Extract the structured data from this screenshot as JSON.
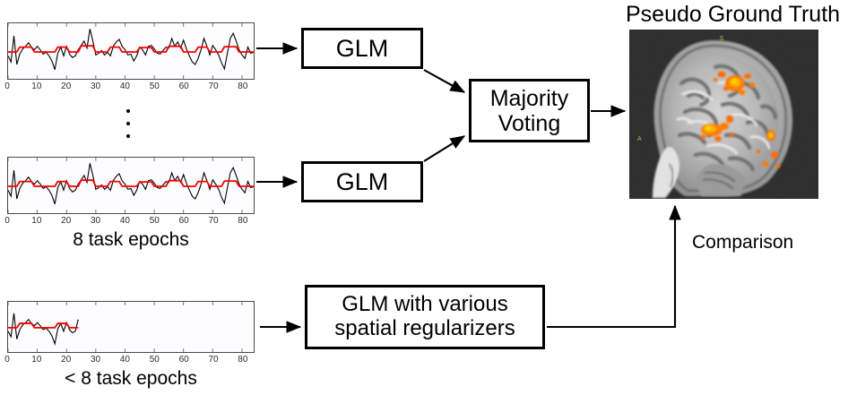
{
  "figure": {
    "title": "Pseudo Ground Truth",
    "comparison_label": "Comparison"
  },
  "plots": {
    "axis_ticks": [
      "0",
      "10",
      "20",
      "30",
      "40",
      "50",
      "60",
      "70",
      "80"
    ],
    "axis_tick_values": [
      0,
      10,
      20,
      30,
      40,
      50,
      60,
      70,
      80
    ],
    "x_range": [
      0,
      84
    ],
    "full_caption": "8 task epochs",
    "partial_caption": "< 8 task epochs",
    "signal_color": "#000000",
    "model_color": "#ff0000",
    "panel_bg": "#fdfdff",
    "panel_border": "#4a4a4a"
  },
  "boxes": {
    "glm_top": "GLM",
    "glm_bottom": "GLM",
    "majority_voting": "Majority\nVoting",
    "regularizers": "GLM with various\nspatial regularizers"
  },
  "ellipsis": {
    "dot_count": 3
  },
  "brain": {
    "orientation_marker_top": "S",
    "orientation_marker_left": "A",
    "background_color": "#2b2b2b",
    "activation_color": "#ff7a00",
    "activation_hot_color": "#ffd400"
  },
  "chart_data": {
    "type": "line",
    "title": "fMRI task time-series",
    "xlabel": "",
    "ylabel": "",
    "xlim": [
      0,
      84
    ],
    "ylim": [
      -3.2,
      3.2
    ],
    "grid": false,
    "legend": [],
    "series": [
      {
        "name": "measured-signal-full",
        "color": "#000000",
        "values": [
          -0.55,
          -1.25,
          1.75,
          -1.55,
          -0.35,
          0.25,
          0.55,
          0.95,
          0.45,
          0.15,
          0.55,
          0.15,
          -0.35,
          -0.15,
          -0.55,
          -1.15,
          -2.15,
          -0.25,
          0.45,
          -0.55,
          0.55,
          -0.35,
          -0.75,
          -0.55,
          0.15,
          0.65,
          1.15,
          0.35,
          2.55,
          1.15,
          -0.45,
          -0.25,
          0.05,
          -0.45,
          -0.15,
          -0.55,
          0.55,
          1.05,
          1.35,
          0.55,
          0.15,
          -0.45,
          -0.35,
          -1.15,
          -0.55,
          0.45,
          0.15,
          -0.45,
          0.55,
          0.65,
          0.25,
          -0.25,
          -0.35,
          0.05,
          0.45,
          0.35,
          1.45,
          0.55,
          1.05,
          0.35,
          1.25,
          0.25,
          -0.55,
          -1.25,
          -1.55,
          -0.85,
          0.15,
          1.45,
          0.55,
          -0.45,
          0.65,
          0.15,
          -0.45,
          -1.35,
          -2.05,
          -0.25,
          1.45,
          2.05,
          1.15,
          0.15,
          -0.45,
          -0.85,
          0.45,
          -0.25,
          -0.15
        ]
      },
      {
        "name": "glm-fit-full",
        "color": "#ff0000",
        "values": [
          -0.1,
          -0.1,
          -0.1,
          -0.1,
          0.45,
          0.45,
          0.45,
          0.45,
          0.45,
          -0.1,
          -0.1,
          -0.1,
          -0.1,
          -0.1,
          -0.1,
          -0.1,
          -0.1,
          0.45,
          0.45,
          0.45,
          0.45,
          -0.1,
          -0.1,
          -0.1,
          -0.1,
          0.6,
          0.6,
          0.6,
          0.6,
          0.6,
          -0.1,
          -0.1,
          -0.1,
          -0.1,
          -0.1,
          0.45,
          0.45,
          0.45,
          0.45,
          -0.1,
          -0.1,
          -0.1,
          -0.1,
          -0.1,
          -0.1,
          0.4,
          0.4,
          0.4,
          0.4,
          0.4,
          -0.1,
          -0.1,
          -0.1,
          -0.1,
          -0.1,
          0.55,
          0.55,
          0.55,
          0.55,
          0.55,
          -0.1,
          -0.1,
          -0.1,
          -0.1,
          -0.1,
          0.45,
          0.45,
          0.45,
          0.45,
          -0.1,
          -0.1,
          -0.1,
          -0.1,
          -0.1,
          0.5,
          0.5,
          0.5,
          0.5,
          0.5,
          -0.1,
          -0.1,
          -0.1,
          -0.1,
          -0.1,
          -0.1
        ]
      },
      {
        "name": "measured-signal-partial",
        "color": "#000000",
        "values": [
          -0.55,
          -1.25,
          1.75,
          -1.55,
          -0.35,
          0.25,
          0.55,
          0.95,
          0.45,
          0.15,
          0.55,
          0.15,
          -0.35,
          -0.15,
          -0.55,
          -1.15,
          -2.15,
          -0.25,
          0.45,
          -0.55,
          0.55,
          -0.35,
          -0.75,
          -0.55,
          0.95
        ]
      },
      {
        "name": "glm-fit-partial",
        "color": "#ff0000",
        "values": [
          -0.1,
          -0.1,
          -0.1,
          -0.1,
          0.45,
          0.45,
          0.45,
          0.45,
          0.45,
          -0.1,
          -0.1,
          -0.1,
          -0.1,
          -0.1,
          -0.1,
          -0.1,
          -0.1,
          0.45,
          0.45,
          0.45,
          0.45,
          -0.1,
          -0.1,
          -0.1,
          -0.1
        ]
      }
    ]
  }
}
